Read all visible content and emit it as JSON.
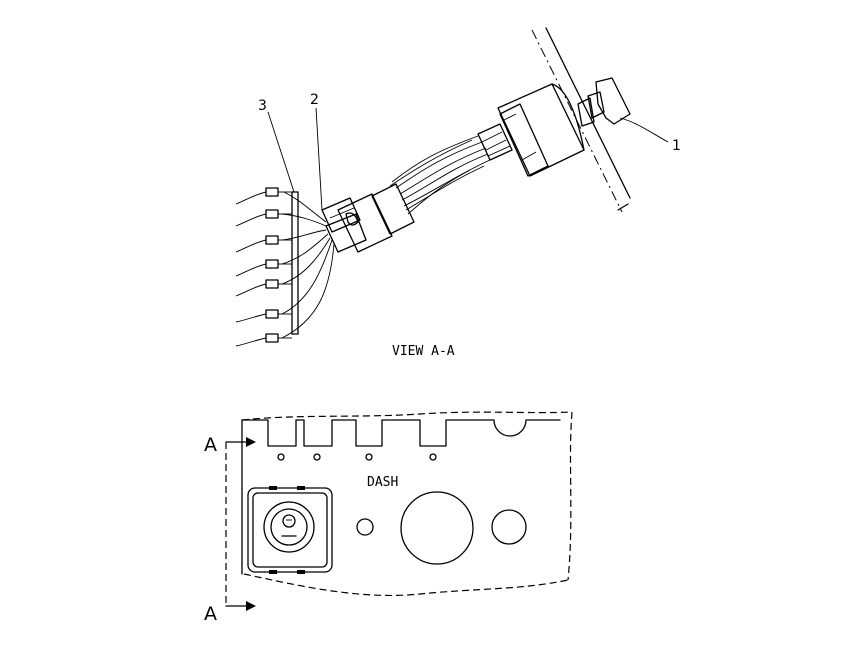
{
  "callouts": {
    "one": "1",
    "two": "2",
    "three": "3"
  },
  "view_label": "VIEW A-A",
  "dash_label": "DASH",
  "section_marks": {
    "top": "A",
    "bottom": "A"
  },
  "colors": {
    "ink": "#000000",
    "paper": "#ffffff"
  }
}
